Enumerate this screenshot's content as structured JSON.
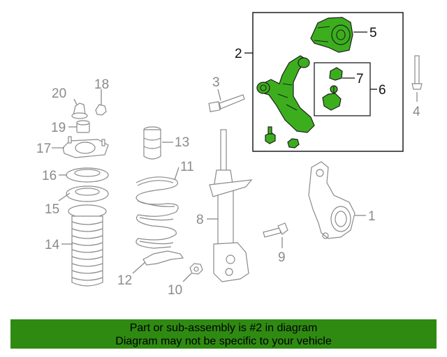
{
  "diagram": {
    "callouts": [
      {
        "id": "1",
        "label": "1",
        "highlighted": false
      },
      {
        "id": "2",
        "label": "2",
        "highlighted": true
      },
      {
        "id": "3",
        "label": "3",
        "highlighted": false
      },
      {
        "id": "4",
        "label": "4",
        "highlighted": false
      },
      {
        "id": "5",
        "label": "5",
        "highlighted": true
      },
      {
        "id": "6",
        "label": "6",
        "highlighted": true
      },
      {
        "id": "7",
        "label": "7",
        "highlighted": true
      },
      {
        "id": "8",
        "label": "8",
        "highlighted": false
      },
      {
        "id": "9",
        "label": "9",
        "highlighted": false
      },
      {
        "id": "10",
        "label": "10",
        "highlighted": false
      },
      {
        "id": "11",
        "label": "11",
        "highlighted": false
      },
      {
        "id": "12",
        "label": "12",
        "highlighted": false
      },
      {
        "id": "13",
        "label": "13",
        "highlighted": false
      },
      {
        "id": "14",
        "label": "14",
        "highlighted": false
      },
      {
        "id": "15",
        "label": "15",
        "highlighted": false
      },
      {
        "id": "16",
        "label": "16",
        "highlighted": false
      },
      {
        "id": "17",
        "label": "17",
        "highlighted": false
      },
      {
        "id": "18",
        "label": "18",
        "highlighted": false
      },
      {
        "id": "19",
        "label": "19",
        "highlighted": false
      },
      {
        "id": "20",
        "label": "20",
        "highlighted": false
      }
    ],
    "colors": {
      "highlight_part": "#3cae1e",
      "banner_background": "#2f8a12",
      "part_outline": "#8a8a8a",
      "highlight_text": "#111111"
    }
  },
  "banner": {
    "line1": "Part or sub-assembly is #2 in diagram",
    "line2": "Diagram may not be specific to your vehicle"
  }
}
